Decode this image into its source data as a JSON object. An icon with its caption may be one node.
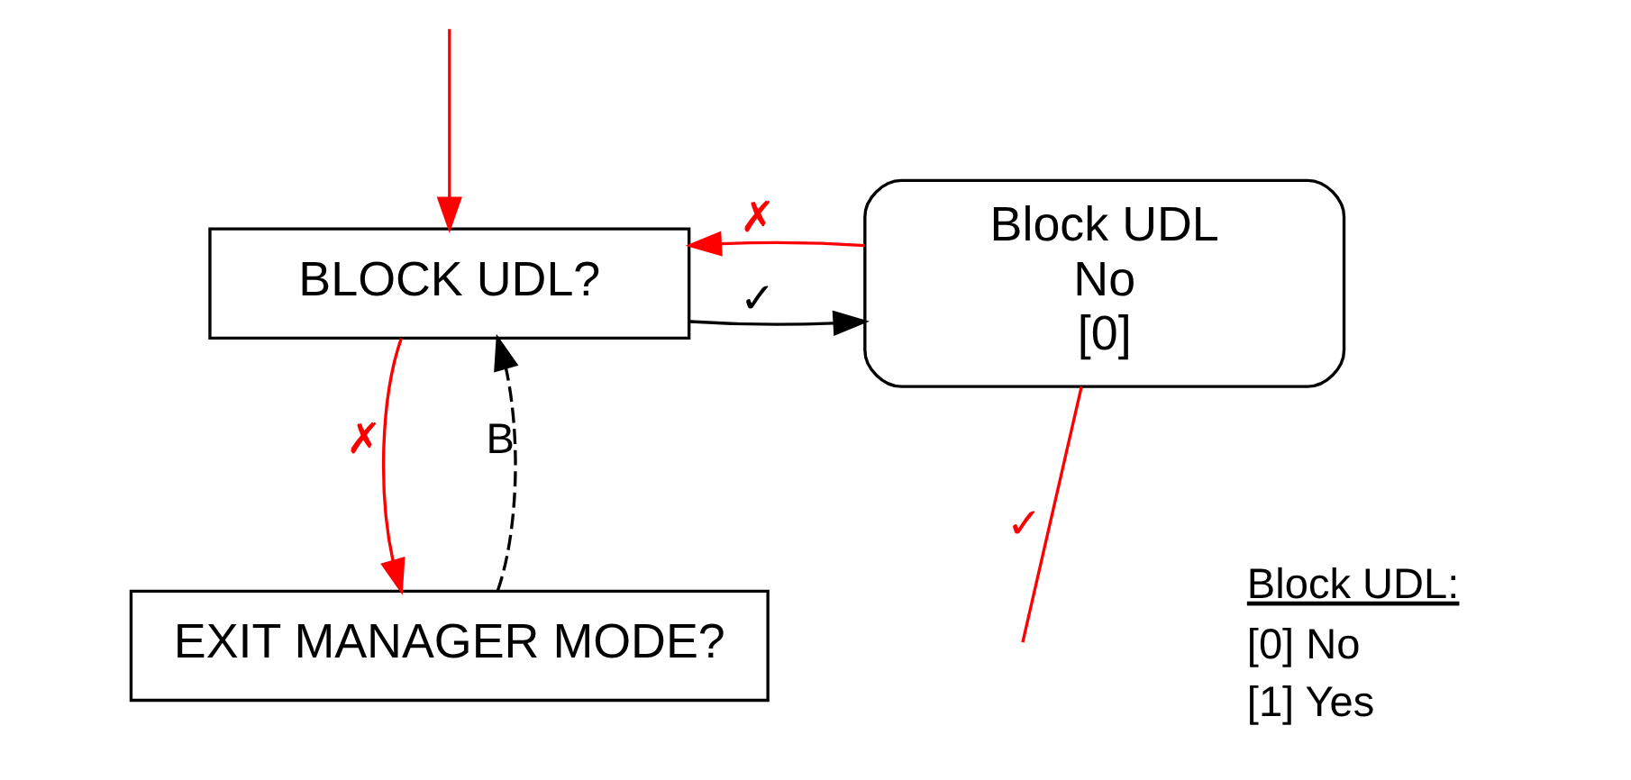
{
  "diagram": {
    "nodes": [
      {
        "text": [
          "BLOCK UDL?"
        ]
      },
      {
        "text": [
          "Block UDL",
          "No",
          "[0]"
        ]
      },
      {
        "text": [
          "EXIT MANAGER MODE?"
        ]
      }
    ],
    "edges": [
      {
        "from": 0,
        "to": 1,
        "arrow": "to",
        "label": "✓",
        "color": "#000000"
      },
      {
        "from": 1,
        "to": null,
        "arrow": "none",
        "label": "✓"
      },
      {
        "from": 0,
        "to": 2,
        "arrow": "to",
        "label": "✗"
      },
      {
        "from": 1,
        "to": 0,
        "arrow": "to",
        "label": "✗"
      },
      {
        "from": null,
        "to": 0,
        "arrow": "to"
      },
      {
        "from": 2,
        "to": 0,
        "arrow": "to",
        "label": "B",
        "style": "dashed",
        "color": "#000000"
      }
    ],
    "labels": [
      "Block UDL:",
      "[0] No",
      "[1] Yes"
    ]
  }
}
